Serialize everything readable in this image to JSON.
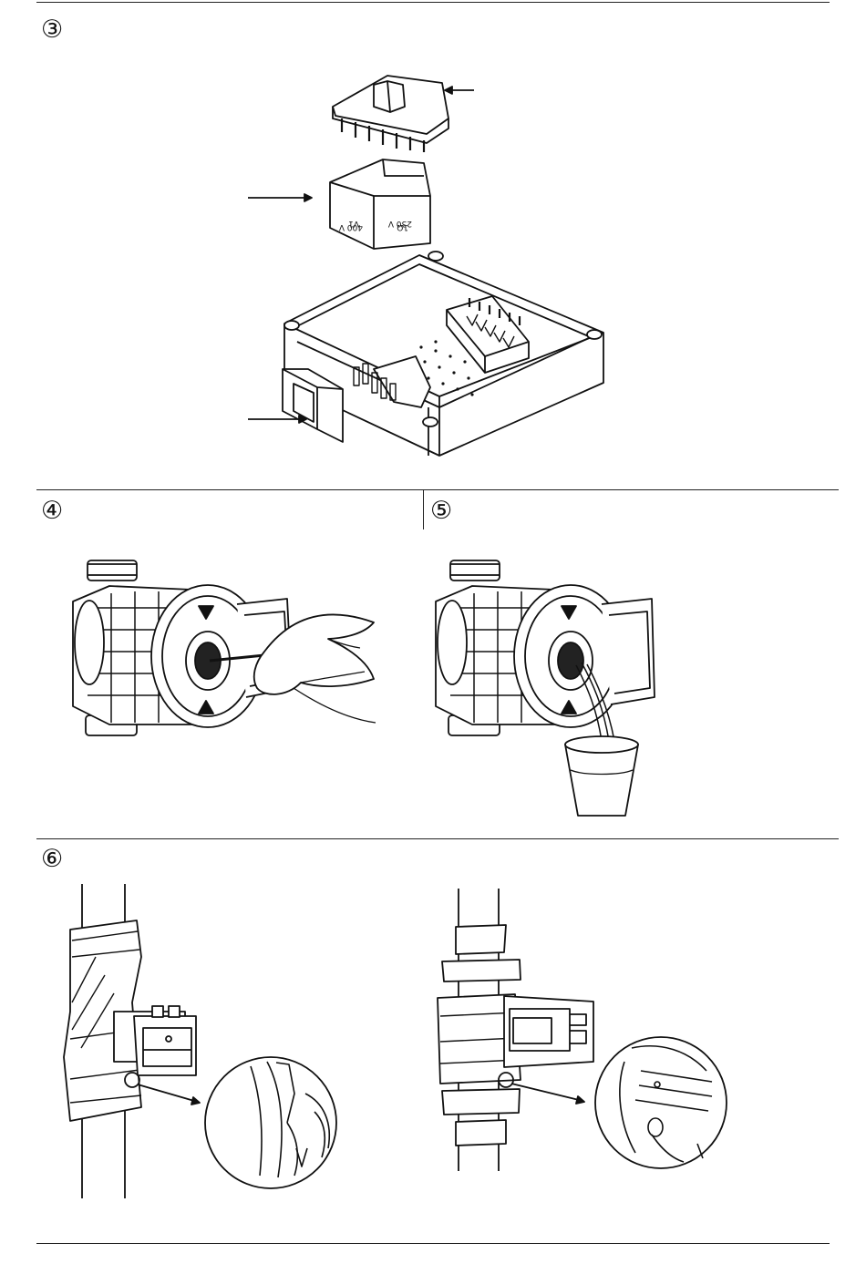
{
  "steps": {
    "step3": {
      "number": "③"
    },
    "step4": {
      "number": "④"
    },
    "step5": {
      "number": "⑤"
    },
    "step6": {
      "number": "⑥"
    }
  },
  "figure3": {
    "insert_label_left_lines": [
      "V1",
      "400 V"
    ],
    "insert_label_right_lines": [
      "230 V",
      "1Ω"
    ]
  }
}
